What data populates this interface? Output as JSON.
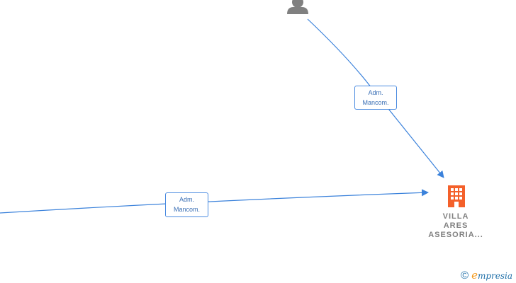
{
  "diagram": {
    "edges": [
      {
        "id": "edge-person-to-company",
        "label": "Adm.\nMancom."
      },
      {
        "id": "edge-left-to-company",
        "label": "Adm.\nMancom."
      }
    ],
    "nodes": {
      "person": {
        "icon": "person-icon"
      },
      "company": {
        "icon": "building-icon",
        "name": "VILLA\nARES\nASESORIA...",
        "color": "#f4602a"
      }
    },
    "colors": {
      "edge": "#3b82db",
      "label_border": "#4a8be0",
      "person_icon": "#808080"
    }
  },
  "footer": {
    "copyright_symbol": "©",
    "brand_initial": "e",
    "brand_rest": "mpresia"
  }
}
